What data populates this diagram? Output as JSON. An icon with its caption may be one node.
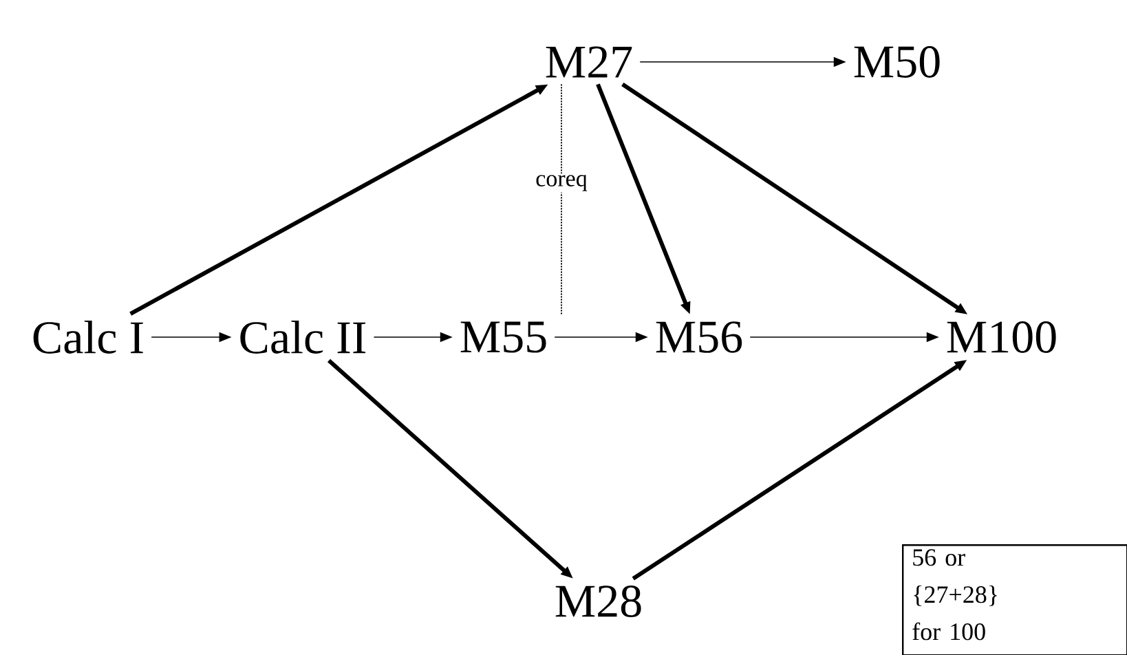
{
  "diagram": {
    "nodes": [
      {
        "text": [
          "Calc I"
        ]
      },
      {
        "text": [
          "Calc II"
        ]
      },
      {
        "text": [
          "M55"
        ]
      },
      {
        "text": [
          "M56"
        ]
      },
      {
        "text": [
          "M100"
        ]
      },
      {
        "text": [
          "M27"
        ]
      },
      {
        "text": [
          "M50"
        ]
      },
      {
        "text": [
          "M28"
        ]
      },
      {
        "text": [
          "56 or {27+28} for 100"
        ]
      }
    ],
    "edges": [
      {
        "from": 0,
        "to": 1,
        "arrow": "to"
      },
      {
        "from": 1,
        "to": 2,
        "arrow": "to"
      },
      {
        "from": 2,
        "to": 3,
        "arrow": "to"
      },
      {
        "from": 3,
        "to": 4,
        "arrow": "to"
      },
      {
        "from": 5,
        "to": 6,
        "arrow": "to"
      },
      {
        "from": 0,
        "to": 5,
        "arrow": "to",
        "style": "thick"
      },
      {
        "from": 5,
        "to": 3,
        "arrow": "to",
        "style": "thick"
      },
      {
        "from": 5,
        "to": 4,
        "arrow": "to",
        "style": "thick"
      },
      {
        "from": 1,
        "to": 7,
        "arrow": "to",
        "style": "thick"
      },
      {
        "from": 7,
        "to": 4,
        "arrow": "to",
        "style": "thick"
      },
      {
        "from": 5,
        "to": 2,
        "arrow": "none",
        "style": "dashed",
        "label": "coreq"
      }
    ]
  }
}
